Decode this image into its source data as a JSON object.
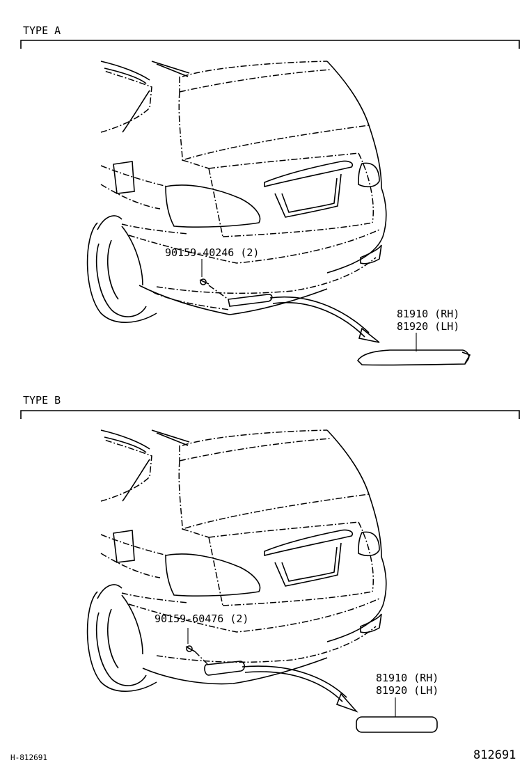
{
  "sections": [
    {
      "title": "TYPE A",
      "fastener_label": "90159-40246 (2)",
      "part_label_rh": "81910 (RH)",
      "part_label_lh": "81920 (LH)"
    },
    {
      "title": "TYPE B",
      "fastener_label": "90159-60476 (2)",
      "part_label_rh": "81910 (RH)",
      "part_label_lh": "81920 (LH)"
    }
  ],
  "footer": {
    "left_code": "H-812691",
    "right_code": "812691"
  }
}
